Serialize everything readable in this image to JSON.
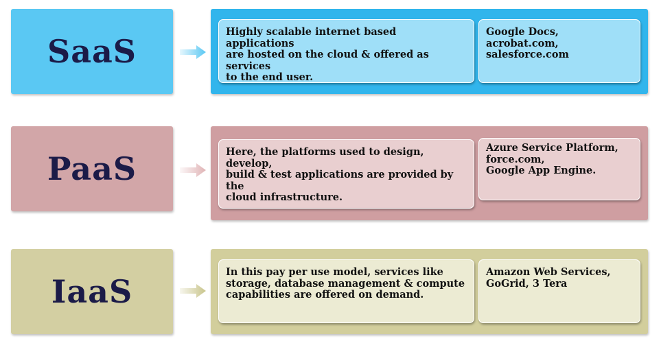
{
  "rows": [
    {
      "title": "SaaS",
      "description": "Highly scalable internet based applications\nare hosted on the cloud & offered as services\nto the end user.",
      "examples": "Google Docs, acrobat.com,\nsalesforce.com",
      "arrow_color": "#5ac8f3"
    },
    {
      "title": "PaaS",
      "description": "Here, the platforms used to design, develop,\nbuild & test applications are provided by the\ncloud infrastructure.",
      "examples": "Azure Service Platform,\nforce.com,\nGoogle App Engine.",
      "arrow_color": "#e8c4c5"
    },
    {
      "title": "IaaS",
      "description": "In this pay per use model, services like\nstorage, database management & compute\ncapabilities are offered on demand.",
      "examples": "Amazon Web Services,\nGoGrid, 3 Tera",
      "arrow_color": "#d9d6a8"
    }
  ]
}
